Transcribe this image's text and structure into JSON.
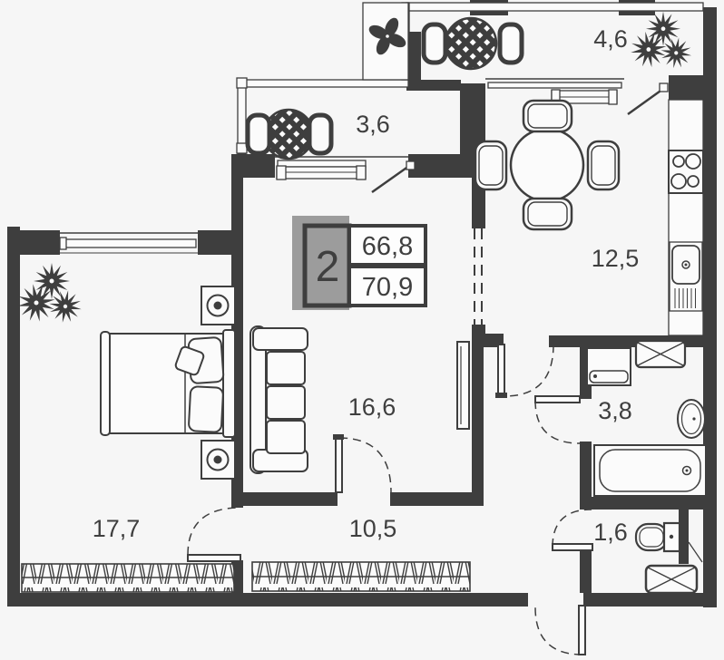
{
  "plan": {
    "summary": {
      "rooms_count": "2",
      "living_area": "66,8",
      "total_area": "70,9"
    },
    "areas": {
      "bedroom": "17,7",
      "living_room": "16,6",
      "hallway": "10,5",
      "kitchen": "12,5",
      "bathroom": "3,8",
      "wc": "1,6",
      "loggia_small": "3,6",
      "loggia_large": "4,6"
    },
    "colors": {
      "wall": "#3e3e3e",
      "background": "#f6f6f6",
      "badge_gray": "#9c9c9c",
      "text": "#3f3f3f"
    }
  }
}
